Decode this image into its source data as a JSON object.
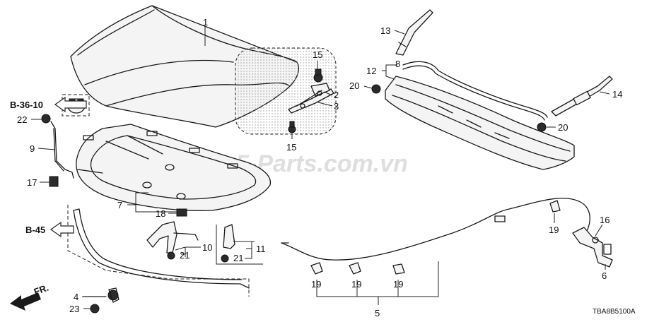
{
  "diagram": {
    "code": "TBA8B5100A",
    "watermark": "5-Parts.com.vn",
    "front_label": "FR.",
    "refs": {
      "upper": "B-36-10",
      "lower": "B-45"
    },
    "callouts": {
      "c1": "1",
      "c2": "2",
      "c3": "3",
      "c4": "4",
      "c5": "5",
      "c6": "6",
      "c7": "7",
      "c8": "8",
      "c9": "9",
      "c10": "10",
      "c11": "11",
      "c12": "12",
      "c13": "13",
      "c14": "14",
      "c15a": "15",
      "c15b": "15",
      "c16": "16",
      "c17": "17",
      "c18": "18",
      "c19a": "19",
      "c19b": "19",
      "c19c": "19",
      "c19d": "19",
      "c20a": "20",
      "c20b": "20",
      "c21a": "21",
      "c21b": "21",
      "c22": "22",
      "c23": "23"
    }
  }
}
